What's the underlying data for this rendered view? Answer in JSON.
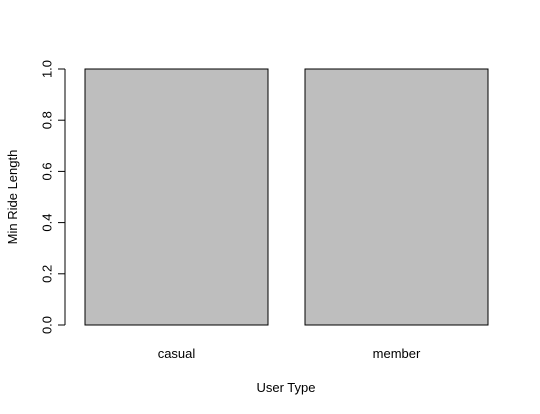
{
  "chart_data": {
    "type": "bar",
    "title": "",
    "xlabel": "User Type",
    "ylabel": "Min Ride Length",
    "categories": [
      "casual",
      "member"
    ],
    "values": [
      1,
      1
    ],
    "ylim": [
      0,
      1
    ],
    "yticks": [
      "0.0",
      "0.2",
      "0.4",
      "0.6",
      "0.8",
      "1.0"
    ],
    "ytick_values": [
      0,
      0.2,
      0.4,
      0.6,
      0.8,
      1.0
    ],
    "grid": false,
    "legend": "none",
    "bar_color": "#bebebe",
    "bar_border_color": "#000000"
  }
}
